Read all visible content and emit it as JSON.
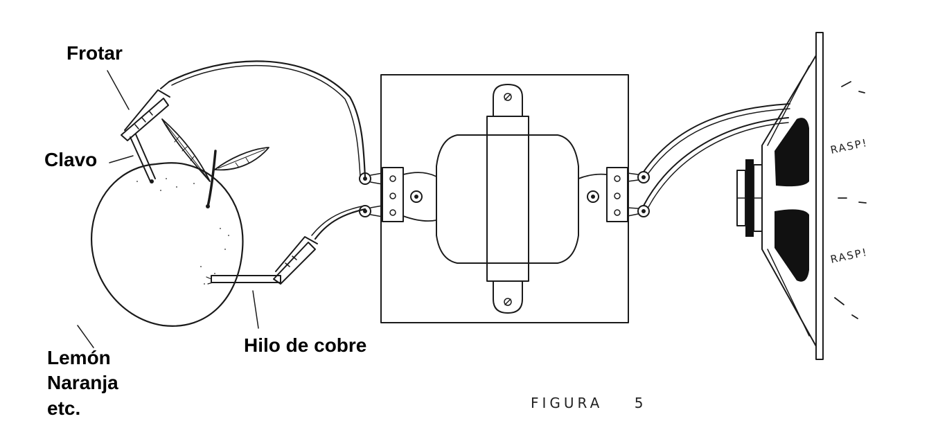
{
  "labels": {
    "rub": "Frotar",
    "nail": "Clavo",
    "fruit_line1": "Lemón",
    "fruit_line2": "Naranja",
    "fruit_line3": "etc.",
    "copper_wire": "Hilo de cobre",
    "sound_1": "RASP!",
    "sound_2": "RASP!",
    "figure_caption": "FIGURA    5"
  }
}
